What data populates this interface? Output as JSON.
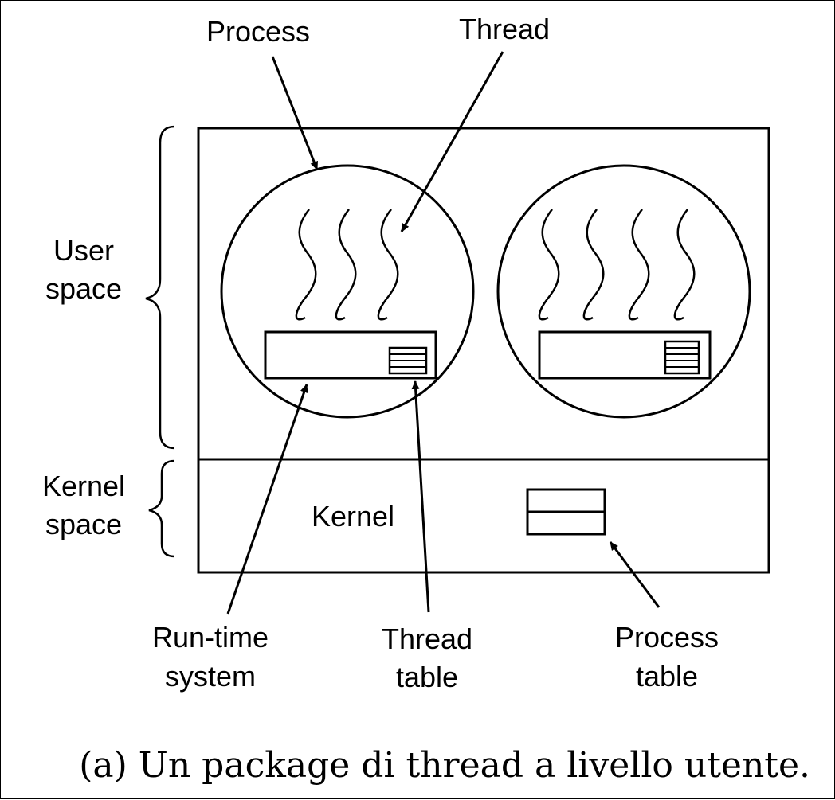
{
  "labels": {
    "process": "Process",
    "thread": "Thread",
    "user_space": [
      "User",
      "space"
    ],
    "kernel_space": [
      "Kernel",
      "space"
    ],
    "kernel": "Kernel",
    "run_time_system": [
      "Run-time",
      "system"
    ],
    "thread_table": [
      "Thread",
      "table"
    ],
    "process_table": [
      "Process",
      "table"
    ]
  },
  "caption": "(a) Un package di thread a livello utente."
}
